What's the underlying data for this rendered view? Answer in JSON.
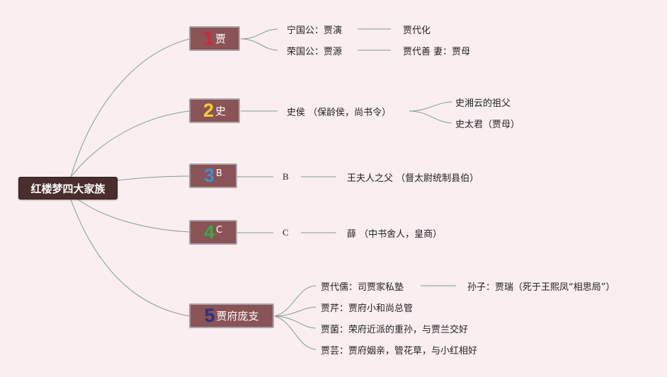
{
  "root": {
    "label": "红楼梦四大家族"
  },
  "branches": [
    {
      "num": "1",
      "num_color": "#d4233f",
      "label": "贾"
    },
    {
      "num": "2",
      "num_color": "#f2d232",
      "label": "史"
    },
    {
      "num": "3",
      "num_color": "#3f8fd6",
      "label": "B"
    },
    {
      "num": "4",
      "num_color": "#3ea64a",
      "label": "C"
    },
    {
      "num": "5",
      "num_color": "#2a2f8a",
      "label": "贾府庞支"
    }
  ],
  "leaves": {
    "b1_1": "宁国公：贾演",
    "b1_1_1": "贾代化",
    "b1_2": "荣国公：贾源",
    "b1_2_1": "贾代善 妻：贾母",
    "b2_1": "史侯 （保龄侯，尚书令）",
    "b2_1_1": "史湘云的祖父",
    "b2_1_2": "史太君（贾母）",
    "b3_1": "B",
    "b3_1_1": "王夫人之父 （督太尉统制县伯）",
    "b4_1": "C",
    "b4_1_1": "薛 （中书舍人，皇商）",
    "b5_1": "贾代儒：司贾家私塾",
    "b5_1_1": "孙子：贾瑞（死于王熙凤“相思局”）",
    "b5_2": "贾芹：贾府小和尚总管",
    "b5_3": "贾菌：荣府近派的重孙，与贾兰交好",
    "b5_4": "贾芸：贾府姻亲，管花草，与小红相好"
  },
  "colors": {
    "line": "#7d9e94",
    "background": "#fbeef0"
  }
}
